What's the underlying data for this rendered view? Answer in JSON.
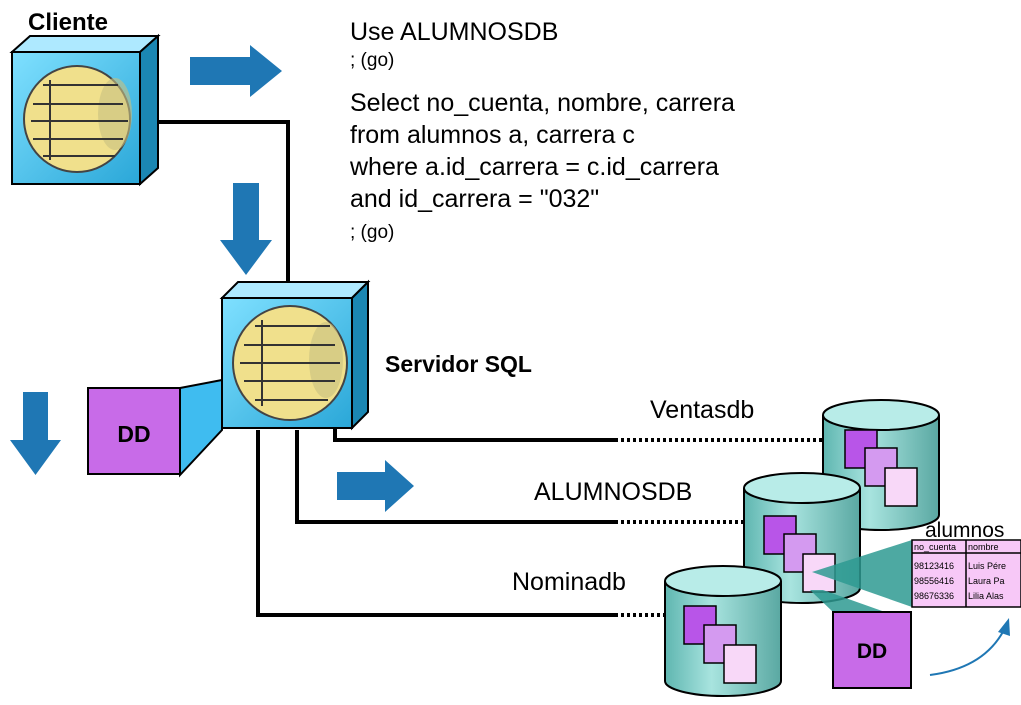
{
  "labels": {
    "client": "Cliente",
    "server": "Servidor SQL",
    "dd": "DD",
    "ventasdb": "Ventasdb",
    "alumnosdb": "ALUMNOSDB",
    "nominadb": "Nominadb"
  },
  "query": {
    "use": "Use ALUMNOSDB",
    "go1": "; (go)",
    "lines": [
      "Select no_cuenta, nombre, carrera",
      "from alumnos a, carrera c",
      "where a.id_carrera = c.id_carrera",
      "and id_carrera = \"032\""
    ],
    "go2": "; (go)"
  },
  "table": {
    "title": "alumnos",
    "headers": [
      "no_cuenta",
      "nombre"
    ],
    "rows": [
      [
        "98123416",
        "Luis Pére"
      ],
      [
        "98556416",
        "Laura Pa"
      ],
      [
        "98676336",
        "Lilia Alas"
      ]
    ]
  },
  "colors": {
    "arrow_blue": "#1f77b4",
    "cube_cyan": "#3fc8f5",
    "disk_yellow": "#f0e08c",
    "dd_purple": "#c86be8",
    "cylinder_teal": "#8fd4cf",
    "table_pink": "#f7c8f7"
  }
}
